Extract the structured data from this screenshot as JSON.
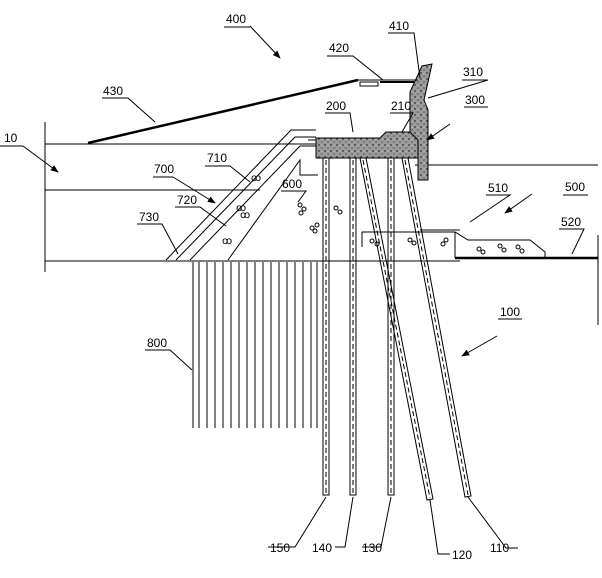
{
  "labels": {
    "l10": "10",
    "l100": "100",
    "l110": "110",
    "l120": "120",
    "l130": "130",
    "l140": "140",
    "l150": "150",
    "l200": "200",
    "l210": "210",
    "l300": "300",
    "l310": "310",
    "l400": "400",
    "l410": "410",
    "l420": "420",
    "l430": "430",
    "l500": "500",
    "l510": "510",
    "l520": "520",
    "l600": "600",
    "l700": "700",
    "l710": "710",
    "l720": "720",
    "l730": "730",
    "l800": "800"
  }
}
